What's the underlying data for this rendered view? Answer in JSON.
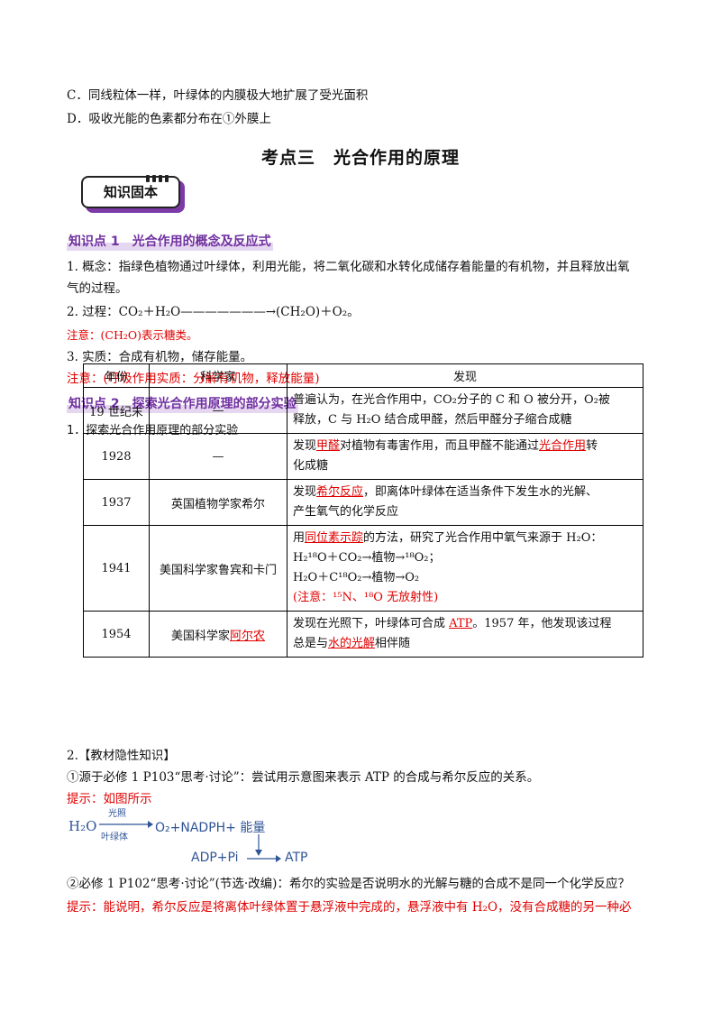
{
  "options": {
    "c": "C．同线粒体一样，叶绿体的内膜极大地扩展了受光面积",
    "d": "D．吸收光能的色素都分布在①外膜上"
  },
  "section_title": "考点三　光合作用的原理",
  "badge": "知识固本",
  "kp1": {
    "heading": "知识点 1　光合作用的概念及反应式",
    "concept_l1": "1. 概念：指绿色植物通过叶绿体，利用光能，将二氧化碳和水转化成储存着能量的有机物，并且释放出氧",
    "concept_l2": "气的过程。",
    "process_label": "2. 过程：",
    "process_formula": "CO₂＋H₂O———————→(CH₂O)＋O₂。",
    "note1": "注意：(CH₂O)表示糖类。",
    "essence": "3. 实质：合成有机物，储存能量。",
    "note2": "注意：(呼吸作用实质：分解有机物，释放能量)"
  },
  "kp2": {
    "heading": "知识点 2　探索光合作用原理的部分实验",
    "sub": "1．探索光合作用原理的部分实验",
    "table": {
      "headers": [
        "年份",
        "科学家",
        "发现"
      ],
      "r1": {
        "year": "19 世纪末",
        "sci": "—",
        "l1": "普遍认为，在光合作用中，CO₂分子的 C 和 O 被分开，O₂被",
        "l2": "释放，C 与 H₂O 结合成甲醛，然后甲醛分子缩合成糖"
      },
      "r2": {
        "year": "1928",
        "sci": "—",
        "a": "发现",
        "b": "甲醛",
        "c": "对植物有毒害作用，而且甲醛不能通过",
        "d": "光合作用",
        "e": "转",
        "l2": "化成糖"
      },
      "r3": {
        "year": "1937",
        "sci": "英国植物学家希尔",
        "a": "发现",
        "b": "希尔反应",
        "c": "，即离体叶绿体在适当条件下发生水的光解、",
        "l2": "产生氧气的化学反应"
      },
      "r4": {
        "year": "1941",
        "sci": "美国科学家鲁宾和卡门",
        "a": "用",
        "b": "同位素示踪",
        "c": "的方法，研究了光合作用中氧气来源于 H₂O：",
        "l2": "H₂¹⁸O＋CO₂→植物→¹⁸O₂；",
        "l3": "H₂O＋C¹⁸O₂→植物→O₂",
        "l4": "(注意：¹⁵N、¹⁸O 无放射性)"
      },
      "r5": {
        "year": "1954",
        "sci_a": "美国科学家",
        "sci_b": "阿尔农",
        "a": "发现在光照下，叶绿体可合成 ",
        "b": "ATP",
        "c": "。1957 年，他发现该过程",
        "d": "总是与",
        "e": "水的光解",
        "f": "相伴随"
      }
    }
  },
  "hidden": {
    "heading": "2.【教材隐性知识】",
    "q1": "①源于必修 1 P103“思考·讨论”：尝试用示意图来表示 ATP 的合成与希尔反应的关系。",
    "tip1": "提示：如图所示",
    "diagram": {
      "h2o": "H₂O",
      "top": "光照",
      "bottom": "叶绿体",
      "products": "O₂+NADPH+ 能量",
      "adp": "ADP+Pi",
      "atp": "ATP"
    },
    "q2": "②必修 1 P102“思考·讨论”(节选·改编)：希尔的实验是否说明水的光解与糖的合成不是同一个化学反应？",
    "tip2": "提示：能说明，希尔反应是将离体叶绿体置于悬浮液中完成的，悬浮液中有 H₂O，没有合成糖的另一种必"
  }
}
